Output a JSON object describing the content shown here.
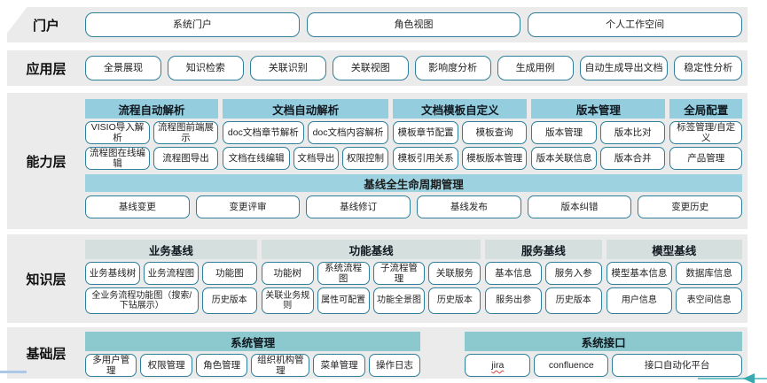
{
  "colors": {
    "band_bg": "#ebebeb",
    "group_header_blue": "#93cdde",
    "group_header_pale": "#d5dfde",
    "group_header_teal": "#8bc9ce",
    "button_border": "#2e7f99",
    "arrow_teal": "#3aa9ae"
  },
  "portal": {
    "label": "门户",
    "buttons": [
      "系统门户",
      "角色视图",
      "个人工作空间"
    ]
  },
  "application": {
    "label": "应用层",
    "buttons": [
      "全景展现",
      "知识检索",
      "关联识别",
      "关联视图",
      "影响度分析",
      "生成用例",
      "自动生成导出文档",
      "稳定性分析"
    ]
  },
  "capability": {
    "label": "能力层",
    "groups": [
      {
        "title": "流程自动解析",
        "rows": [
          [
            "VISIO导入解析",
            "流程图前端展示"
          ],
          [
            "流程图在线编辑",
            "流程图导出"
          ]
        ]
      },
      {
        "title": "文档自动解析",
        "rows": [
          [
            "doc文档章节解析",
            "doc文档内容解析"
          ],
          [
            "文档在线编辑",
            "文档导出",
            "权限控制"
          ]
        ]
      },
      {
        "title": "文档模板自定义",
        "rows": [
          [
            "模板章节配置",
            "模板查询"
          ],
          [
            "模板引用关系",
            "模板版本管理"
          ]
        ]
      },
      {
        "title": "版本管理",
        "rows": [
          [
            "版本管理",
            "版本比对"
          ],
          [
            "版本关联信息",
            "版本合并"
          ]
        ]
      },
      {
        "title": "全局配置",
        "rows": [
          [
            "标签管理/自定义"
          ],
          [
            "产品管理"
          ]
        ]
      }
    ],
    "baseline": {
      "title": "基线全生命周期管理",
      "buttons": [
        "基线变更",
        "变更评审",
        "基线修订",
        "基线发布",
        "版本纠错",
        "变更历史"
      ]
    }
  },
  "knowledge": {
    "label": "知识层",
    "groups": [
      {
        "title": "业务基线",
        "rows": [
          [
            "业务基线树",
            "业务流程图",
            "功能图"
          ],
          [
            "全业务流程功能图（搜索/下钻展示）",
            "历史版本"
          ]
        ]
      },
      {
        "title": "功能基线",
        "rows": [
          [
            "功能树",
            "系统流程图",
            "子流程管理",
            "关联服务"
          ],
          [
            "关联业务规则",
            "属性可配置",
            "功能全景图",
            "历史版本"
          ]
        ]
      },
      {
        "title": "服务基线",
        "rows": [
          [
            "基本信息",
            "服务入参"
          ],
          [
            "服务出参",
            "历史版本"
          ]
        ]
      },
      {
        "title": "模型基线",
        "rows": [
          [
            "模型基本信息",
            "数据库信息"
          ],
          [
            "用户信息",
            "表空间信息"
          ]
        ]
      }
    ]
  },
  "foundation": {
    "label": "基础层",
    "groups": [
      {
        "title": "系统管理",
        "buttons": [
          "多用户管理",
          "权限管理",
          "角色管理",
          "组织机构管理",
          "菜单管理",
          "操作日志"
        ]
      },
      {
        "title": "系统接口",
        "buttons": [
          "jira",
          "confluence",
          "接口自动化平台"
        ]
      }
    ]
  }
}
